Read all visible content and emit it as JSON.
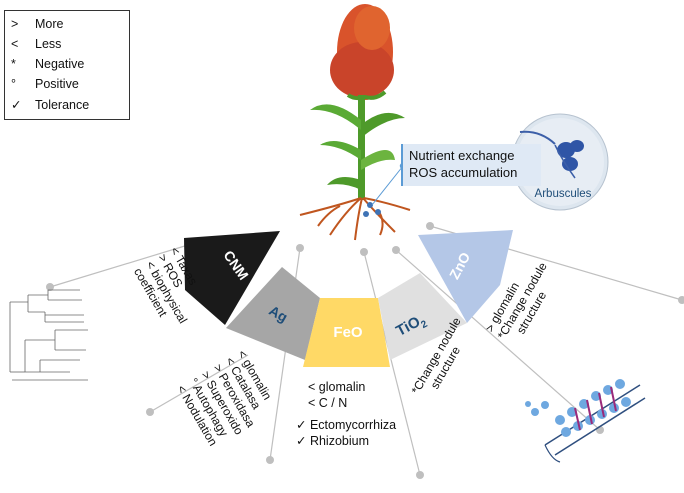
{
  "legend": {
    "items": [
      {
        "symbol": ">",
        "label": "More"
      },
      {
        "symbol": "<",
        "label": "Less"
      },
      {
        "symbol": "*",
        "label": "Negative"
      },
      {
        "symbol": "°",
        "label": "Positive"
      },
      {
        "symbol": "✓",
        "label": "Tolerance"
      }
    ]
  },
  "callout": {
    "line1": "Nutrient exchange",
    "line2": "ROS accumulation",
    "arbuscules_label": "Arbuscules"
  },
  "segments": {
    "cnm": {
      "name": "CNM",
      "color": "#1a1a1a",
      "effects": [
        "< Taxas",
        "> ROS",
        "< biophysical",
        "coefficient"
      ]
    },
    "ag": {
      "name": "Ag",
      "color": "#a6a6a6",
      "effects": [
        "< glomalin",
        "< Catalasa",
        "> Peroxidasa",
        "> Superoxido",
        "° Autophagy",
        "< Nodulation"
      ]
    },
    "feo": {
      "name": "FeO",
      "color": "#ffd966",
      "effects": [
        "< glomalin",
        "< C / N",
        "✓ Ectomycorrhiza",
        "✓ Rhizobium"
      ]
    },
    "tio2": {
      "name": "TiO",
      "sub": "2",
      "color": "#e0e0e0",
      "effects": [
        "*Change nodule",
        "structure"
      ]
    },
    "zno": {
      "name": "ZnO",
      "color": "#b4c7e7",
      "effects": [
        "> glomalin",
        "*Change nodule",
        "structure"
      ]
    }
  },
  "colors": {
    "label_blue": "#1f4e79",
    "sorghum": "#d9532b",
    "stem": "#4e9a2a",
    "root": "#c0561f",
    "spoke": "#bfbfbf"
  }
}
